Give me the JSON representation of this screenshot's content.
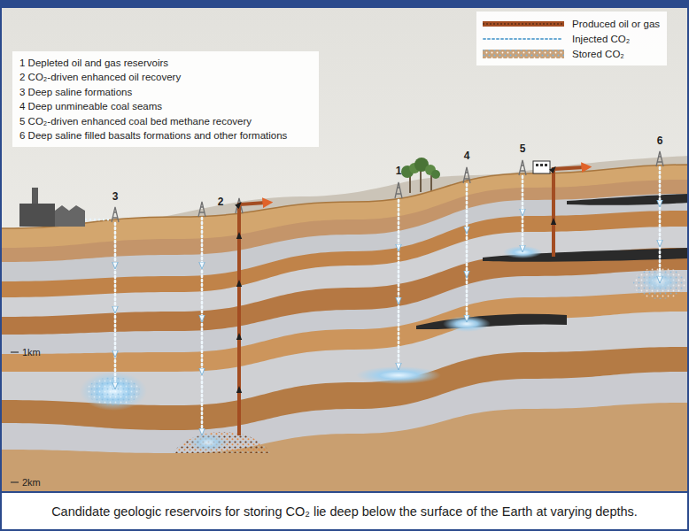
{
  "diagram": {
    "caption": "Candidate geologic reservoirs for storing CO₂ lie deep below the surface of the Earth at varying depths.",
    "nodes": [
      {
        "text": [
          "1 Depleted oil and gas reservoirs",
          "2 CO₂-driven enhanced oil recovery",
          "3 Deep saline formations",
          "4 Deep unmineable coal seams",
          "5 CO₂-driven enhanced coal bed methane recovery",
          "6 Deep saline filled basalts formations and other formations"
        ]
      }
    ],
    "labels": [
      "3",
      "2",
      "1",
      "4",
      "5",
      "6",
      "1km",
      "2km"
    ],
    "legend": [
      {
        "text": "Produced oil or gas"
      },
      {
        "text": "Injected CO₂"
      },
      {
        "text": "Stored CO₂"
      }
    ]
  }
}
